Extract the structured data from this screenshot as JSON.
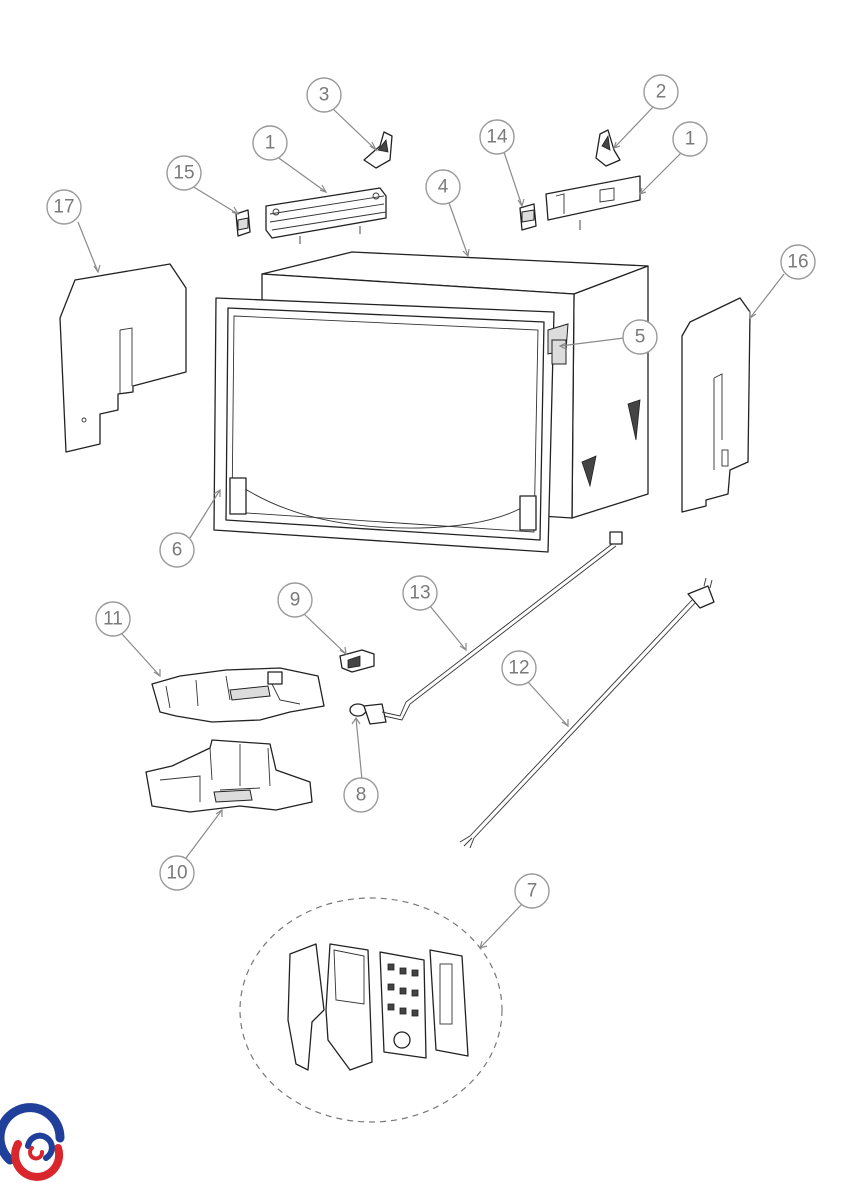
{
  "callouts": [
    {
      "id": "1a",
      "label": "1"
    },
    {
      "id": "1b",
      "label": "1"
    },
    {
      "id": "2",
      "label": "2"
    },
    {
      "id": "3",
      "label": "3"
    },
    {
      "id": "4",
      "label": "4"
    },
    {
      "id": "5",
      "label": "5"
    },
    {
      "id": "6",
      "label": "6"
    },
    {
      "id": "7",
      "label": "7"
    },
    {
      "id": "8",
      "label": "8"
    },
    {
      "id": "9",
      "label": "9"
    },
    {
      "id": "10",
      "label": "10"
    },
    {
      "id": "11",
      "label": "11"
    },
    {
      "id": "12",
      "label": "12"
    },
    {
      "id": "13",
      "label": "13"
    },
    {
      "id": "14",
      "label": "14"
    },
    {
      "id": "15",
      "label": "15"
    },
    {
      "id": "16",
      "label": "16"
    },
    {
      "id": "17",
      "label": "17"
    }
  ],
  "colors": {
    "logo_blue": "#1f3f9a",
    "logo_red": "#d9262c",
    "line": "#222222",
    "callout": "#9a9a9a"
  },
  "icons": {
    "logo": "brand-swirl-logo"
  }
}
